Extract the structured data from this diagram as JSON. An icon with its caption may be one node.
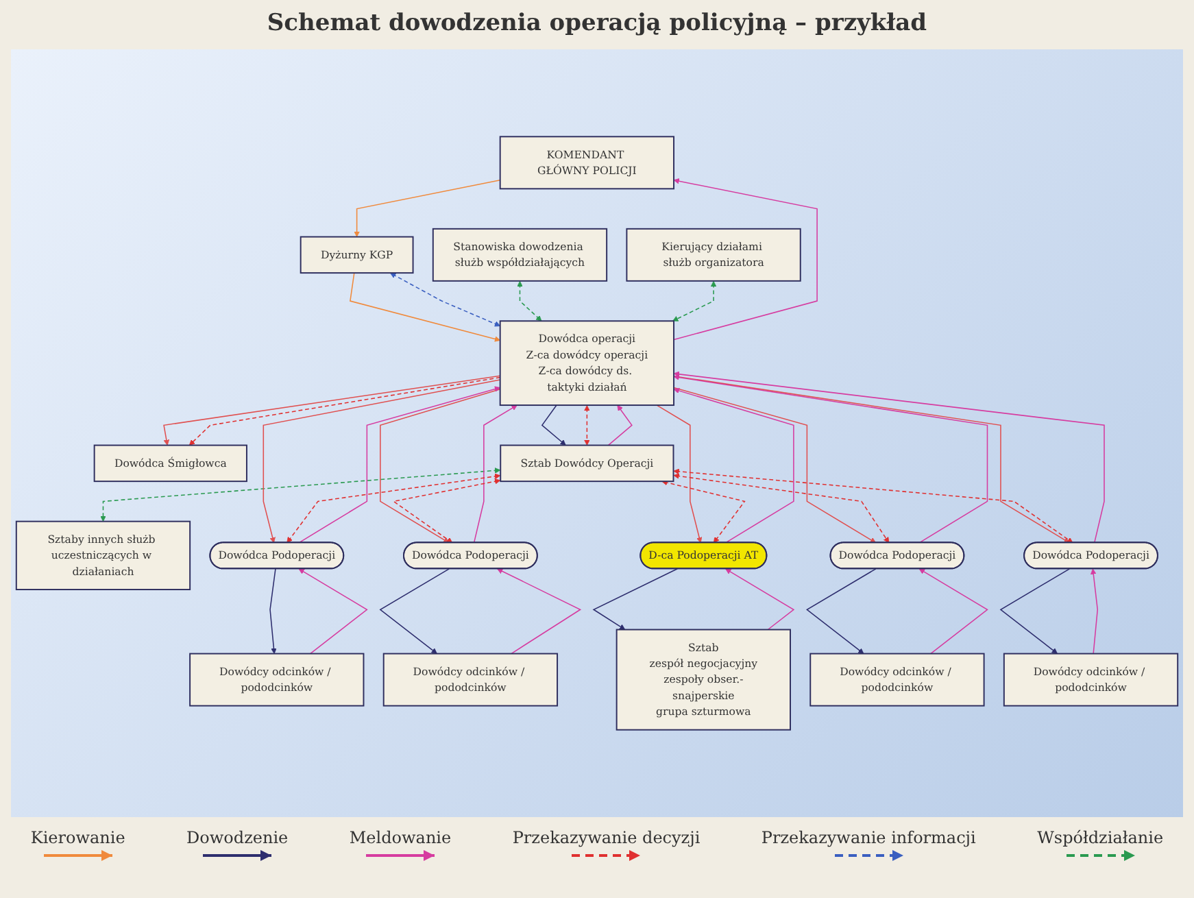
{
  "diagram": {
    "title": "Schemat dowodzenia operacją policyjną – przykład",
    "nodes": [
      {
        "text": [
          "KOMENDANT GŁÓWNY POLICJI"
        ]
      },
      {
        "text": [
          "Dowódca Śmigłowca"
        ]
      },
      {
        "text": [
          "Dyżurny KGP"
        ]
      },
      {
        "text": [
          "Stanowiska dowodzenia służb współdziałających"
        ]
      },
      {
        "text": [
          "Kierujący działami służb organizatora"
        ]
      },
      {
        "text": [
          "Dowódca operacji",
          "Z-ca dowódcy operacji",
          "Z-ca dowódcy ds. taktyki działań"
        ]
      },
      {
        "text": [
          "Sztab Dowódcy Operacji"
        ]
      },
      {
        "text": [
          "Sztaby innych służb uczestniczących w działaniach"
        ]
      },
      {
        "text": [
          "Dowódca Podoperacji"
        ]
      },
      {
        "text": [
          "Dowódca Podoperacji"
        ]
      },
      {
        "text": [
          "D-ca Podoperacji AT"
        ]
      },
      {
        "text": [
          "Dowódca Podoperacji"
        ]
      },
      {
        "text": [
          "Dowódca Podoperacji"
        ]
      },
      {
        "text": [
          "Dowódcy odcinków / pododcinków"
        ]
      },
      {
        "text": [
          "Dowódcy odcinków / pododcinków"
        ]
      },
      {
        "text": [
          "Sztab",
          "zespół negocjacyjny",
          "zespoły obser.-snajperskie",
          "grupa szturmowa"
        ]
      },
      {
        "text": [
          "Dowódcy odcinków / pododcinków"
        ]
      },
      {
        "text": [
          "Dowódcy odcinków / pododcinków"
        ]
      }
    ],
    "edges": [
      {
        "from": 0,
        "to": 2,
        "arrow": "to",
        "color": "#f08a3c"
      },
      {
        "from": 2,
        "to": 5,
        "arrow": "to",
        "color": "#f08a3c"
      },
      {
        "from": 5,
        "to": 0,
        "arrow": "to",
        "color": "#d63ca0"
      },
      {
        "from": 2,
        "to": 5,
        "arrow": "both",
        "style": "dashed",
        "color": "#3a5fc0"
      },
      {
        "from": 5,
        "to": 1,
        "arrow": "to",
        "color": "#e05050"
      },
      {
        "from": 5,
        "to": 1,
        "arrow": "to",
        "style": "dashed",
        "color": "#e03030"
      },
      {
        "from": 3,
        "to": 5,
        "arrow": "both",
        "style": "dashed",
        "color": "#2a9a50"
      },
      {
        "from": 4,
        "to": 5,
        "arrow": "both",
        "style": "dashed",
        "color": "#2a9a50"
      },
      {
        "from": 5,
        "to": 6,
        "arrow": "to",
        "color": "#2e2e6e"
      },
      {
        "from": 6,
        "to": 5,
        "arrow": "to",
        "color": "#d63ca0"
      },
      {
        "from": 5,
        "to": 6,
        "arrow": "both",
        "style": "dashed",
        "color": "#e03030"
      },
      {
        "from": 6,
        "to": 7,
        "arrow": "both",
        "style": "dashed",
        "color": "#2a9a50"
      },
      {
        "from": 5,
        "to": 8,
        "arrow": "to",
        "color": "#e05050"
      },
      {
        "from": 5,
        "to": 9,
        "arrow": "to",
        "color": "#e05050"
      },
      {
        "from": 5,
        "to": 10,
        "arrow": "to",
        "color": "#e05050"
      },
      {
        "from": 5,
        "to": 11,
        "arrow": "to",
        "color": "#e05050"
      },
      {
        "from": 5,
        "to": 12,
        "arrow": "to",
        "color": "#e05050"
      },
      {
        "from": 8,
        "to": 5,
        "arrow": "to",
        "color": "#d63ca0"
      },
      {
        "from": 9,
        "to": 5,
        "arrow": "to",
        "color": "#d63ca0"
      },
      {
        "from": 10,
        "to": 5,
        "arrow": "to",
        "color": "#d63ca0"
      },
      {
        "from": 11,
        "to": 5,
        "arrow": "to",
        "color": "#d63ca0"
      },
      {
        "from": 12,
        "to": 5,
        "arrow": "to",
        "color": "#d63ca0"
      },
      {
        "from": 6,
        "to": 8,
        "arrow": "both",
        "style": "dashed",
        "color": "#e03030"
      },
      {
        "from": 6,
        "to": 9,
        "arrow": "both",
        "style": "dashed",
        "color": "#e03030"
      },
      {
        "from": 6,
        "to": 10,
        "arrow": "both",
        "style": "dashed",
        "color": "#e03030"
      },
      {
        "from": 6,
        "to": 11,
        "arrow": "both",
        "style": "dashed",
        "color": "#e03030"
      },
      {
        "from": 6,
        "to": 12,
        "arrow": "both",
        "style": "dashed",
        "color": "#e03030"
      },
      {
        "from": 8,
        "to": 13,
        "arrow": "to",
        "color": "#2e2e6e"
      },
      {
        "from": 13,
        "to": 8,
        "arrow": "to",
        "color": "#d63ca0"
      },
      {
        "from": 9,
        "to": 14,
        "arrow": "to",
        "color": "#2e2e6e"
      },
      {
        "from": 14,
        "to": 9,
        "arrow": "to",
        "color": "#d63ca0"
      },
      {
        "from": 10,
        "to": 15,
        "arrow": "to",
        "color": "#2e2e6e"
      },
      {
        "from": 15,
        "to": 10,
        "arrow": "to",
        "color": "#d63ca0"
      },
      {
        "from": 11,
        "to": 16,
        "arrow": "to",
        "color": "#2e2e6e"
      },
      {
        "from": 16,
        "to": 11,
        "arrow": "to",
        "color": "#d63ca0"
      },
      {
        "from": 12,
        "to": 17,
        "arrow": "to",
        "color": "#2e2e6e"
      },
      {
        "from": 17,
        "to": 12,
        "arrow": "to",
        "color": "#d63ca0"
      }
    ],
    "legend": [
      {
        "text": "Kierowanie"
      },
      {
        "text": "Dowodzenie"
      },
      {
        "text": "Meldowanie"
      },
      {
        "text": "Przekazywanie decyzji"
      },
      {
        "text": "Przekazywanie informacji"
      },
      {
        "text": "Współdziałanie"
      }
    ]
  }
}
